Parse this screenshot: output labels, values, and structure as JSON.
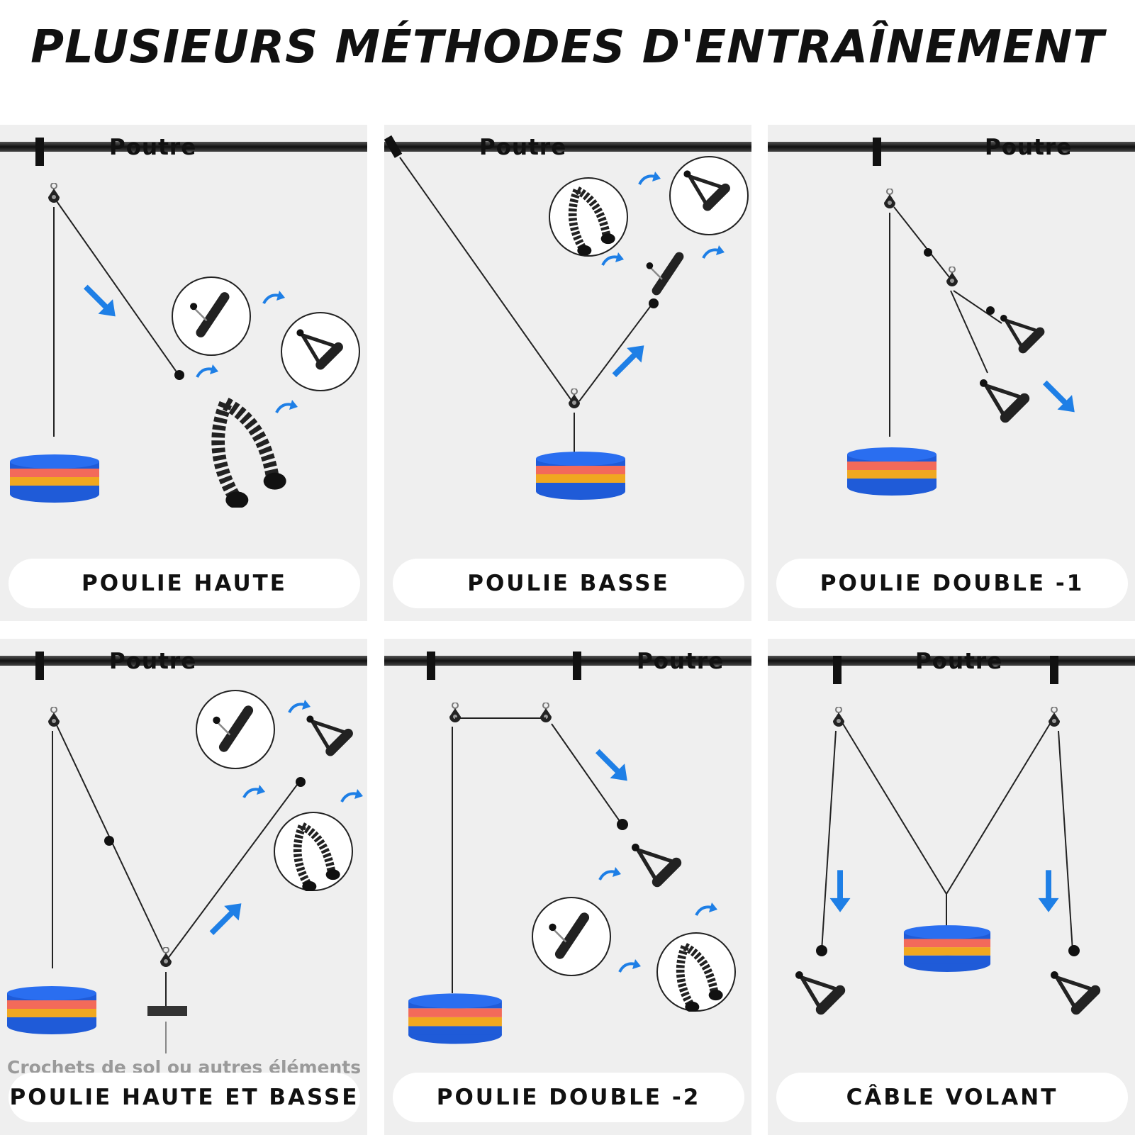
{
  "title": "PLUSIEURS MÉTHODES D'ENTRAÎNEMENT",
  "beam_label": "Poutre",
  "panels": [
    {
      "label": "POULIE HAUTE"
    },
    {
      "label": "POULIE BASSE"
    },
    {
      "label": "POULIE DOUBLE -1"
    },
    {
      "label": "POULIE HAUTE ET BASSE",
      "note": "Crochets de sol ou autres éléments"
    },
    {
      "label": "POULIE DOUBLE -2"
    },
    {
      "label": "CÂBLE VOLANT"
    }
  ],
  "icons": [
    "weight-plates-icon",
    "pulley-icon",
    "tricep-rope-icon",
    "tbar-handle-icon",
    "stirrup-handle-icon",
    "blue-arrow-icon",
    "rotate-arrow-icon"
  ],
  "colors": {
    "arrow": "#1e7fe6",
    "plate_blue": "#1f5bd8",
    "plate_red": "#f36a5a",
    "plate_yellow": "#f0a820",
    "panel_bg": "#efefef"
  }
}
